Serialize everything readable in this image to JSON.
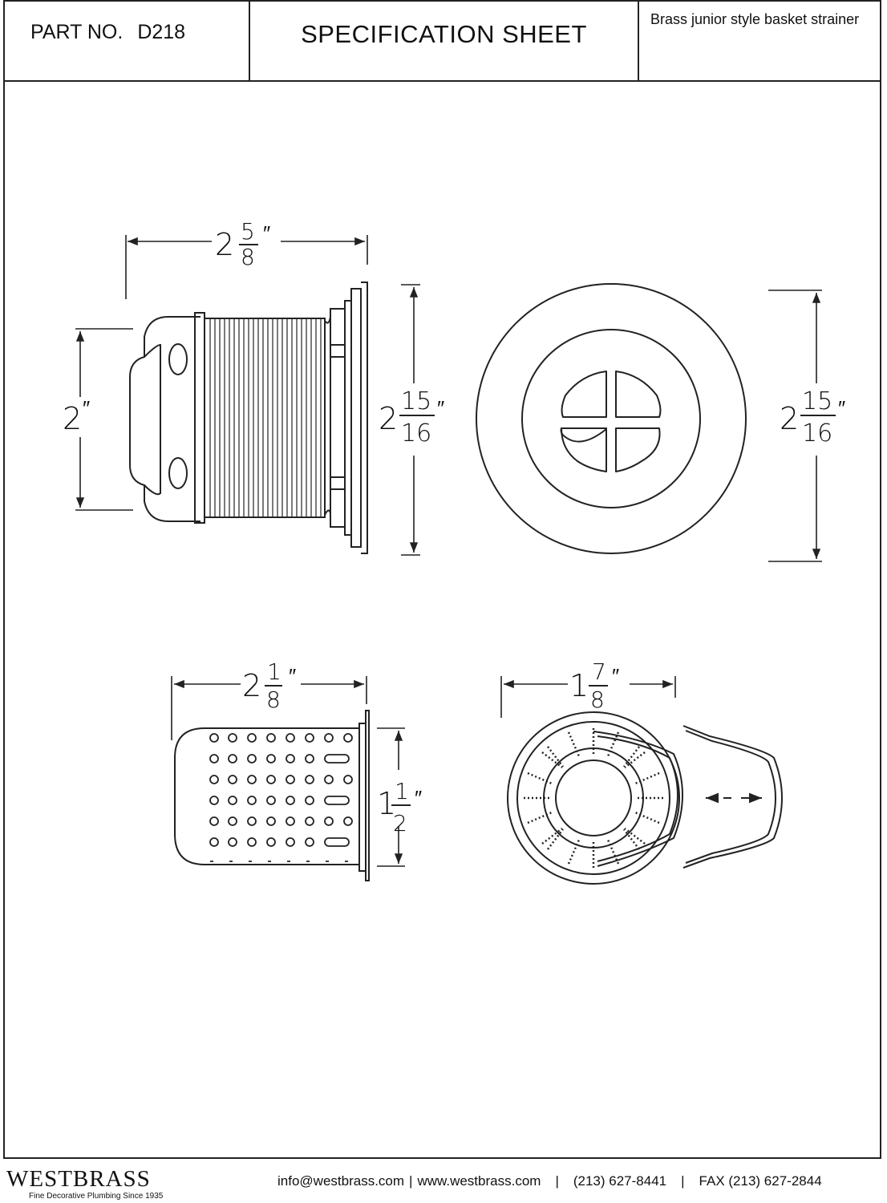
{
  "header": {
    "part_label": "PART NO.",
    "part_number": "D218",
    "title": "SPECIFICATION SHEET",
    "description": "Brass junior style basket strainer"
  },
  "dimensions": {
    "body_length": {
      "whole": "2",
      "num": "5",
      "den": "8",
      "unit": "″"
    },
    "body_height": {
      "whole": "2",
      "unit": "″"
    },
    "flange_diameter_side": {
      "whole": "2",
      "num": "15",
      "den": "16",
      "unit": "″"
    },
    "flange_diameter_top": {
      "whole": "2",
      "num": "15",
      "den": "16",
      "unit": "″"
    },
    "basket_length": {
      "whole": "2",
      "num": "1",
      "den": "8",
      "unit": "″"
    },
    "basket_height": {
      "whole": "1",
      "num": "1",
      "den": "2",
      "unit": "″"
    },
    "basket_diameter": {
      "whole": "1",
      "num": "7",
      "den": "8",
      "unit": "″"
    }
  },
  "footer": {
    "brand": "WESTBRASS",
    "tagline": "Fine Decorative Plumbing Since 1935",
    "email": "info@westbrass.com",
    "website": "www.westbrass.com",
    "phone": "(213) 627-8441",
    "fax": "FAX (213) 627-2844",
    "separator": "|"
  },
  "colors": {
    "line": "#222222",
    "background": "#ffffff"
  }
}
